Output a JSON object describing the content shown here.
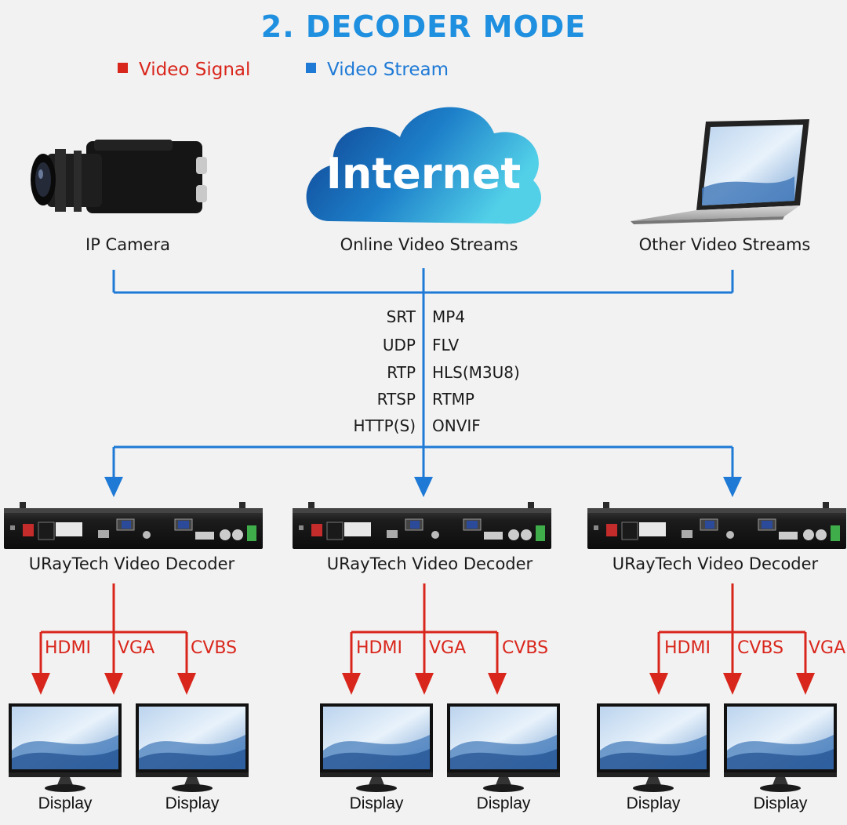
{
  "title": "2. DECODER MODE",
  "legend": {
    "signal": {
      "label": "Video Signal",
      "color": "#d9261c"
    },
    "stream": {
      "label": "Video Stream",
      "color": "#1f7ad6"
    }
  },
  "sources": {
    "camera": "IP Camera",
    "online": "Online Video Streams",
    "other": "Other Video Streams",
    "cloud_text": "Internet"
  },
  "protocols": {
    "left": [
      "SRT",
      "UDP",
      "RTP",
      "RTSP",
      "HTTP(S)"
    ],
    "right": [
      "MP4",
      "FLV",
      "HLS(M3U8)",
      "RTMP",
      "ONVIF"
    ]
  },
  "decoders": [
    {
      "label": "URayTech Video Decoder",
      "outputs": [
        "HDMI",
        "VGA",
        "CVBS"
      ]
    },
    {
      "label": "URayTech Video Decoder",
      "outputs": [
        "HDMI",
        "VGA",
        "CVBS"
      ]
    },
    {
      "label": "URayTech Video Decoder",
      "outputs": [
        "HDMI",
        "CVBS",
        "VGA"
      ]
    }
  ],
  "display_label": "Display",
  "icons": [
    "ip-camera-icon",
    "cloud-icon",
    "laptop-icon",
    "decoder-device-icon",
    "monitor-icon",
    "arrow-down-icon"
  ]
}
